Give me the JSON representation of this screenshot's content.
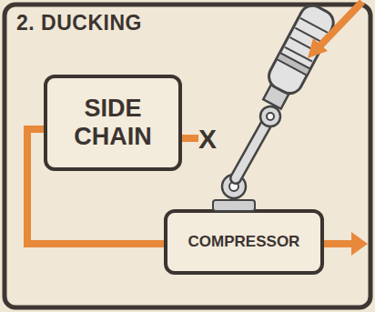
{
  "diagram": {
    "title": "2. DUCKING",
    "nodes": [
      {
        "text": [
          "SIDE CHAIN"
        ]
      },
      {
        "text": [
          "COMPRESSOR"
        ]
      }
    ],
    "edges": [
      {
        "from": 0,
        "to": 1,
        "arrow": "none"
      }
    ],
    "labels": [
      "X"
    ]
  }
}
